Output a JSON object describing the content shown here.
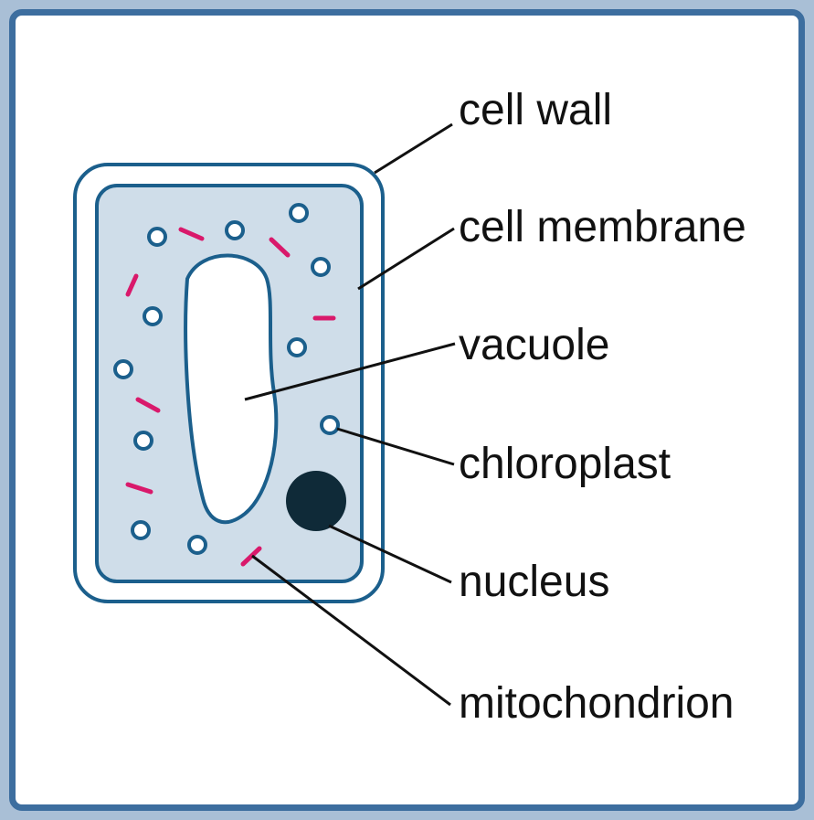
{
  "diagram": {
    "colors": {
      "frame_outer": "#a9bfd6",
      "frame_border": "#3d6e9f",
      "cell_outline": "#1b5f8c",
      "cytoplasm": "#cfdde9",
      "chloroplast": "#1b5f8c",
      "mitochondrion": "#d9196b",
      "nucleus": "#0f2a38",
      "leader_line": "#111111"
    },
    "labels": {
      "cell_wall": "cell wall",
      "cell_membrane": "cell membrane",
      "vacuole": "vacuole",
      "chloroplast": "chloroplast",
      "nucleus": "nucleus",
      "mitochondrion": "mitochondrion"
    }
  }
}
